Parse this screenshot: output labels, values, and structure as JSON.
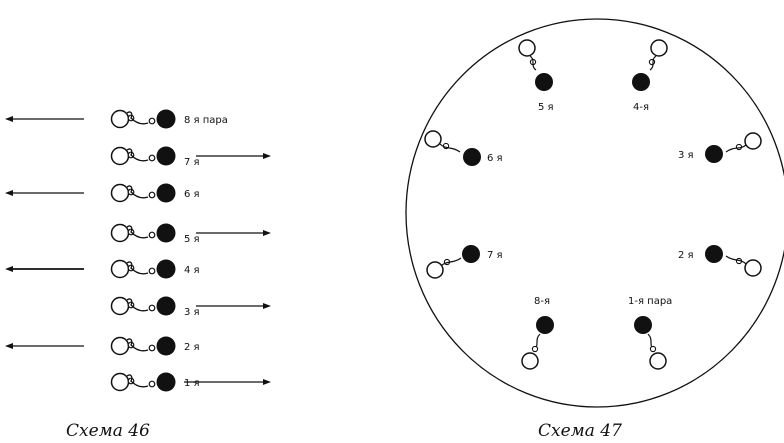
{
  "scheme46": {
    "caption": "Схема 46",
    "rows": [
      {
        "label": "8 я пара",
        "direction": "left"
      },
      {
        "label": "7 я",
        "direction": "right"
      },
      {
        "label": "6 я",
        "direction": "left"
      },
      {
        "label": "5 я",
        "direction": "right"
      },
      {
        "label": "4 я",
        "direction": "left"
      },
      {
        "label": "3 я",
        "direction": "right"
      },
      {
        "label": "2 я",
        "direction": "left"
      },
      {
        "label": "1 я",
        "direction": "right"
      }
    ]
  },
  "scheme47": {
    "caption": "Схема 47",
    "pairs": [
      {
        "label": "1-я пара"
      },
      {
        "label": "2 я"
      },
      {
        "label": "3 я"
      },
      {
        "label": "4-я"
      },
      {
        "label": "5 я"
      },
      {
        "label": "6 я"
      },
      {
        "label": "7 я"
      },
      {
        "label": "8-я"
      }
    ]
  }
}
